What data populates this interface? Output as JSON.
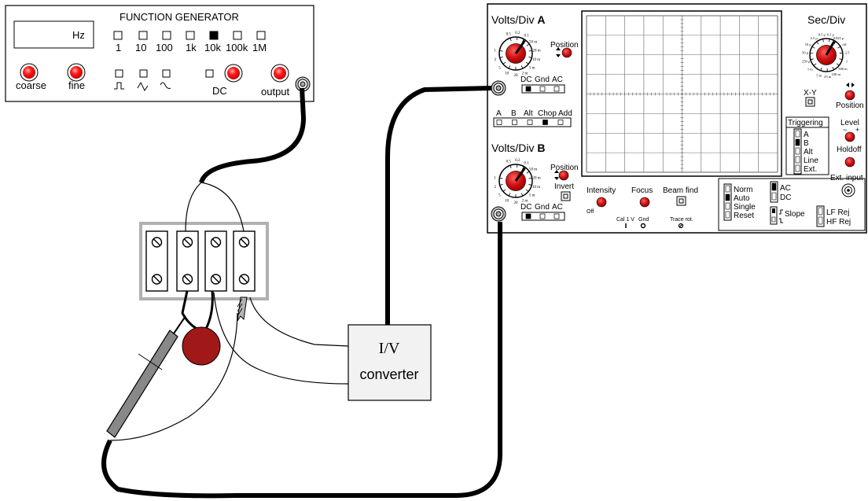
{
  "function_generator": {
    "title": "FUNCTION GENERATOR",
    "display_unit": "Hz",
    "range_buttons": [
      "1",
      "10",
      "100",
      "1k",
      "10k",
      "100k",
      "1M"
    ],
    "selected_range": "10k",
    "knobs": {
      "coarse": "coarse",
      "fine": "fine"
    },
    "dc_label": "DC",
    "output_label": "output",
    "waveform_icons": [
      "square-wave-icon",
      "triangle-wave-icon",
      "sine-wave-icon"
    ]
  },
  "oscilloscope": {
    "channel_a": {
      "title_prefix": "Volts/Div ",
      "title_suffix": "A",
      "position_label": "Position",
      "coupling_labels": [
        "DC",
        "Gnd",
        "AC"
      ],
      "coupling_selected": "DC",
      "dial_ticks": [
        "0.5",
        "0.2",
        "0.1",
        "50 m",
        "20 m",
        "10 m",
        "5 m",
        "2 m",
        "20",
        "10",
        "5",
        "2",
        "1"
      ]
    },
    "channel_b": {
      "title_prefix": "Volts/Div ",
      "title_suffix": "B",
      "position_label": "Position",
      "invert_label": "Invert",
      "coupling_labels": [
        "DC",
        "Gnd",
        "AC"
      ],
      "coupling_selected": "DC",
      "dial_ticks": [
        "0.5",
        "0.2",
        "0.1",
        "50 m",
        "20 m",
        "10 m",
        "5 m",
        "2 m",
        "20",
        "10",
        "5",
        "2",
        "1"
      ]
    },
    "mode_labels": [
      "A",
      "B",
      "Alt",
      "Chop",
      "Add"
    ],
    "mode_selected": "Chop",
    "timebase": {
      "title": "Sec/Div",
      "dial_ticks": [
        "1 m",
        "250 μ",
        "50 μ",
        "10 μ",
        "2.5 μ",
        "0.5 μ",
        "0.1 μ",
        "0.025 μ",
        "off",
        "2.5",
        "1",
        "500 m",
        "100 m",
        "25 m",
        "5 m"
      ],
      "xy_label": "X-Y",
      "position_label": "Position"
    },
    "triggering": {
      "title": "Triggering",
      "sources": [
        "A",
        "B",
        "Alt",
        "Line",
        "Ext."
      ],
      "source_selected": "B",
      "level_label": "Level",
      "level_marks": [
        "−",
        "+"
      ],
      "holdoff_label": "Holdoff",
      "ext_input_label": "Ext. input"
    },
    "intensity_label": "Intensity",
    "intensity_off": "Off",
    "focus_label": "Focus",
    "beam_find_label": "Beam find",
    "cal_label": "Cal 1 V",
    "gnd_label": "Gnd",
    "trace_rot_label": "Trace rot.",
    "sweep_modes": [
      "Norm",
      "Auto",
      "Single",
      "Reset"
    ],
    "sweep_selected": "Auto",
    "coupling": [
      "AC",
      "DC"
    ],
    "coupling_selected": "AC",
    "slope_label": "Slope",
    "filters": [
      "LF Rej",
      "HF Rej"
    ]
  },
  "converter": {
    "line1": "I/V",
    "line2": "converter"
  },
  "colors": {
    "knob_red": "#cc0000",
    "knob_bright": "#ff0000",
    "component": "#a01818",
    "probe": "#888888",
    "grid": "#666666"
  }
}
